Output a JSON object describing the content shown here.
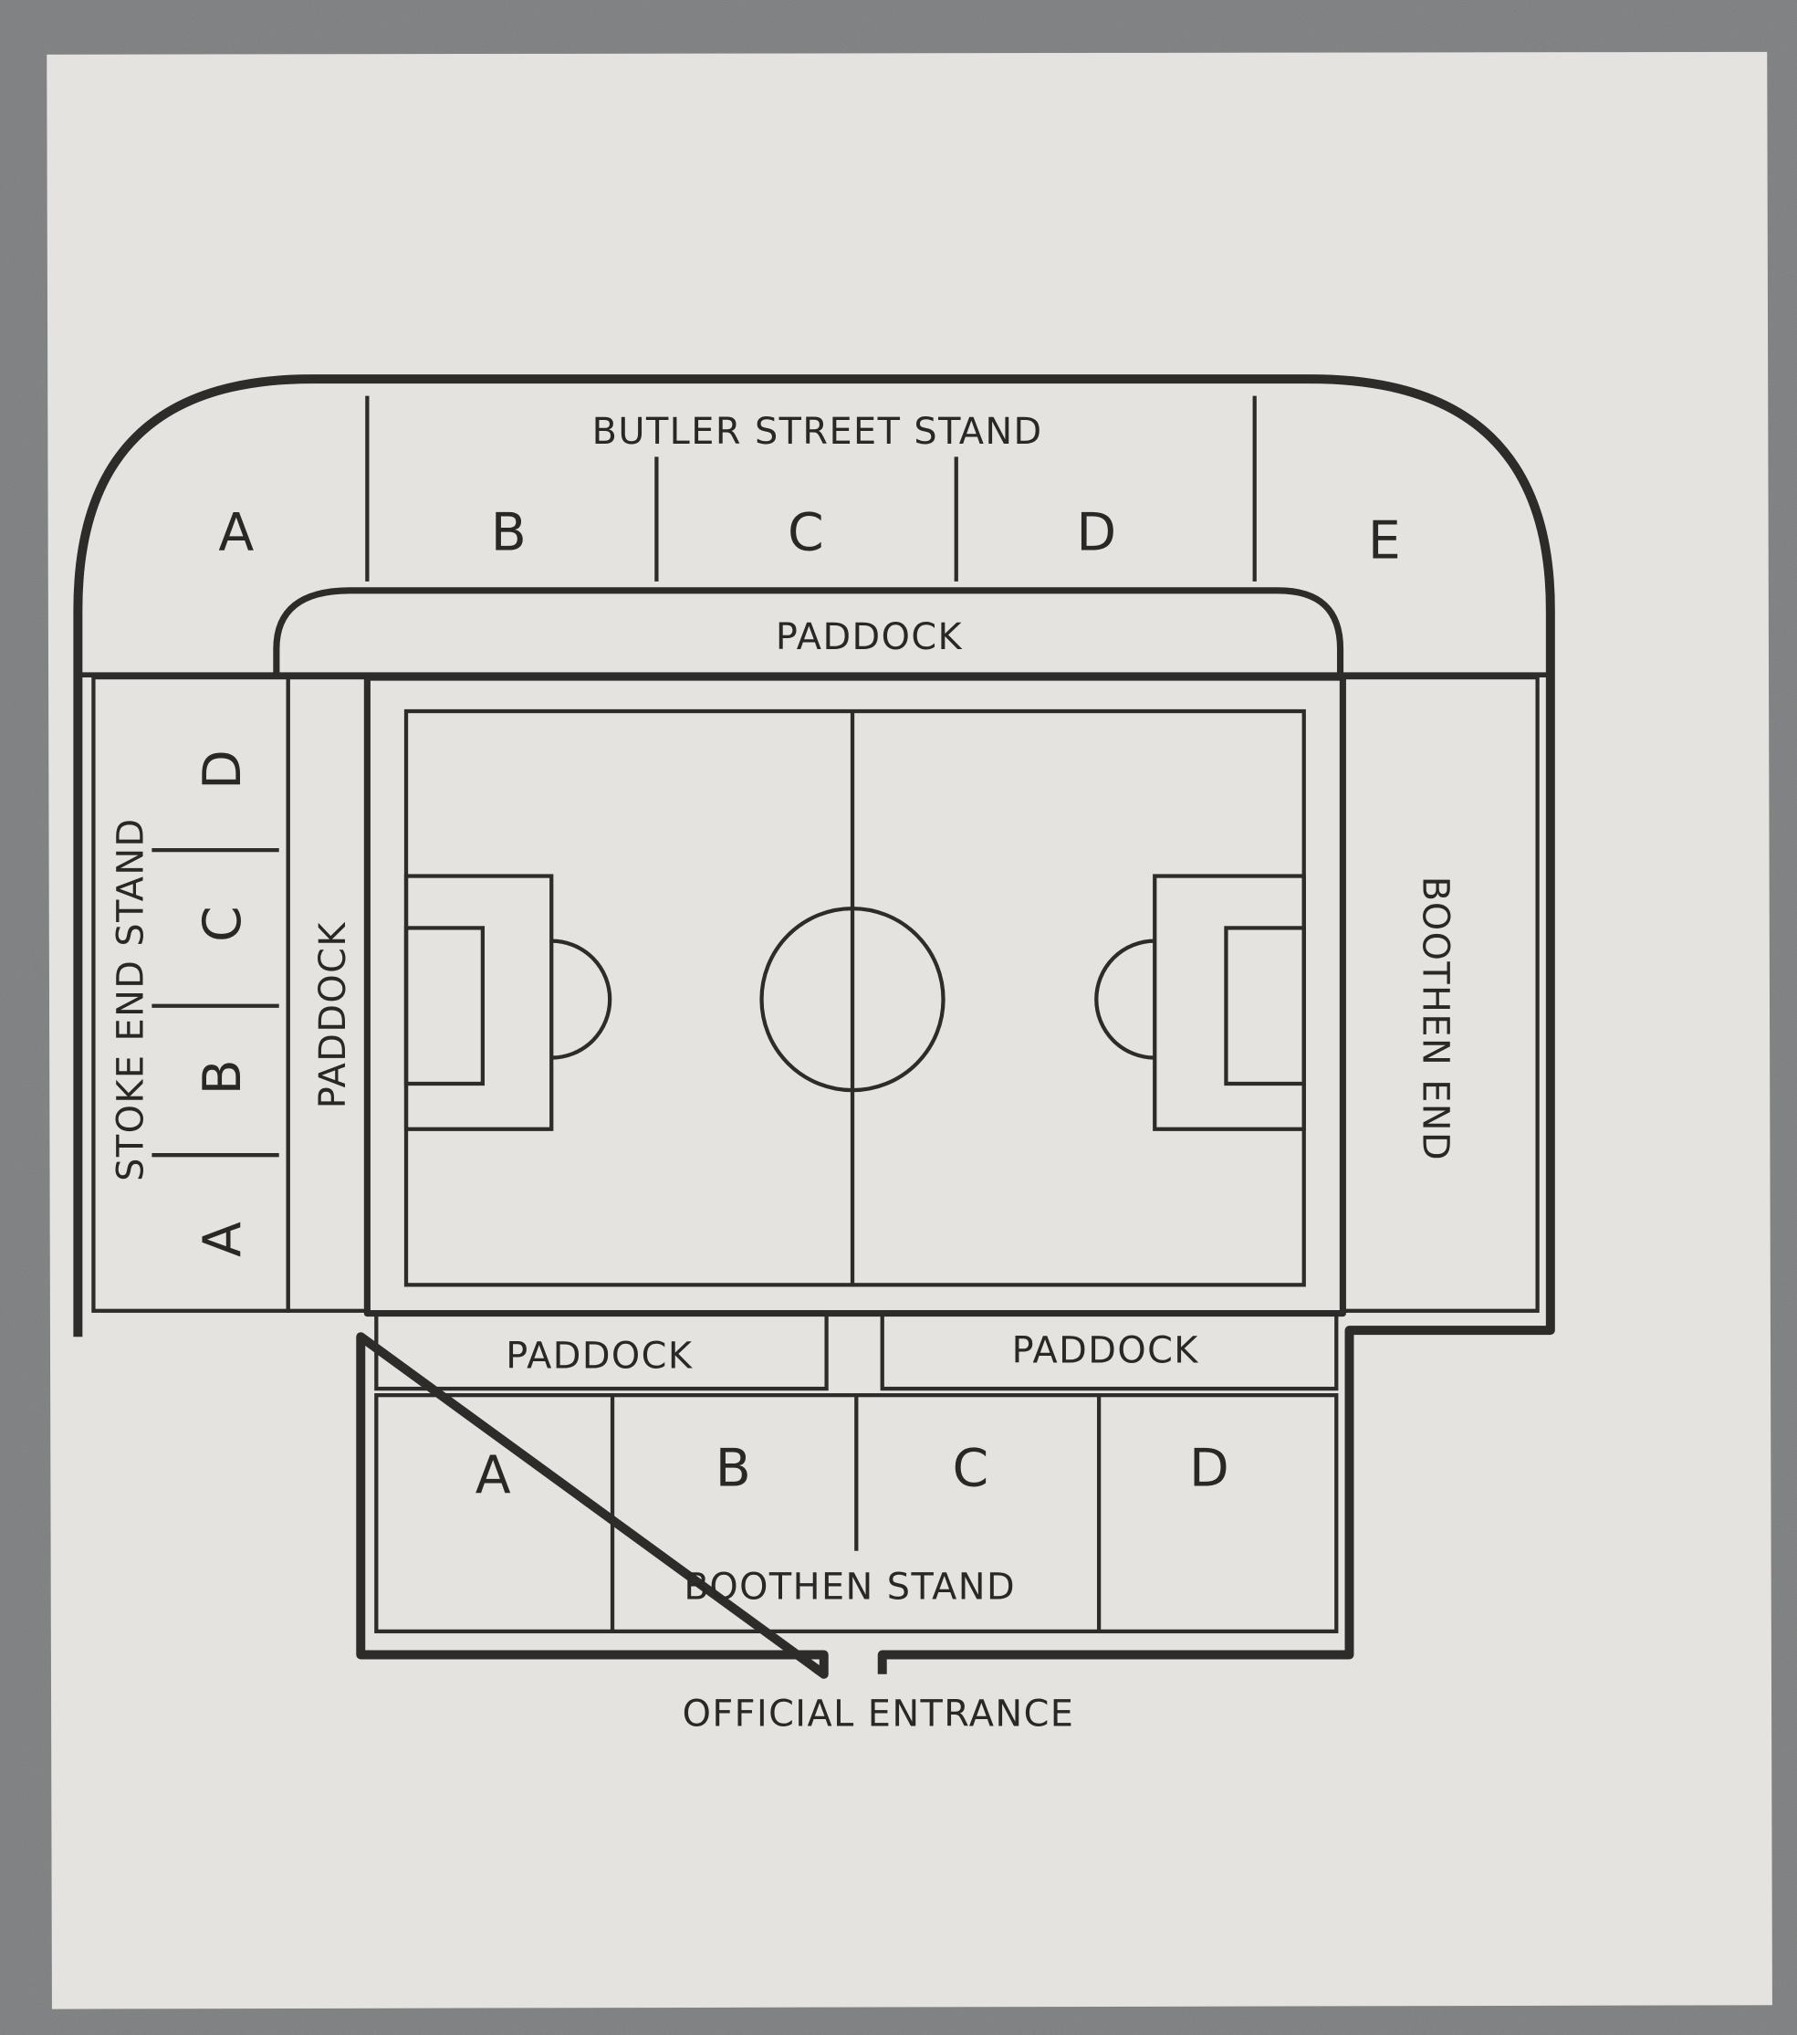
{
  "ticket": {
    "colors": {
      "paper": "#e4e3df",
      "ink": "#2e2b2b",
      "background": "#7d7f80"
    },
    "butler_street_stand": {
      "title": "BUTLER STREET STAND",
      "sections": [
        "A",
        "B",
        "C",
        "D",
        "E"
      ]
    },
    "top_paddock": "PADDOCK",
    "stoke_end_stand": {
      "title": "STOKE END STAND",
      "sections": [
        "A",
        "B",
        "C",
        "D"
      ]
    },
    "left_paddock": "PADDOCK",
    "boothen_end": "BOOTHEN END",
    "bottom_paddocks": [
      "PADDOCK",
      "PADDOCK"
    ],
    "boothen_stand": {
      "title": "BOOTHEN STAND",
      "sections": [
        "A",
        "B",
        "C",
        "D"
      ]
    },
    "official_entrance": "OFFICIAL ENTRANCE"
  }
}
